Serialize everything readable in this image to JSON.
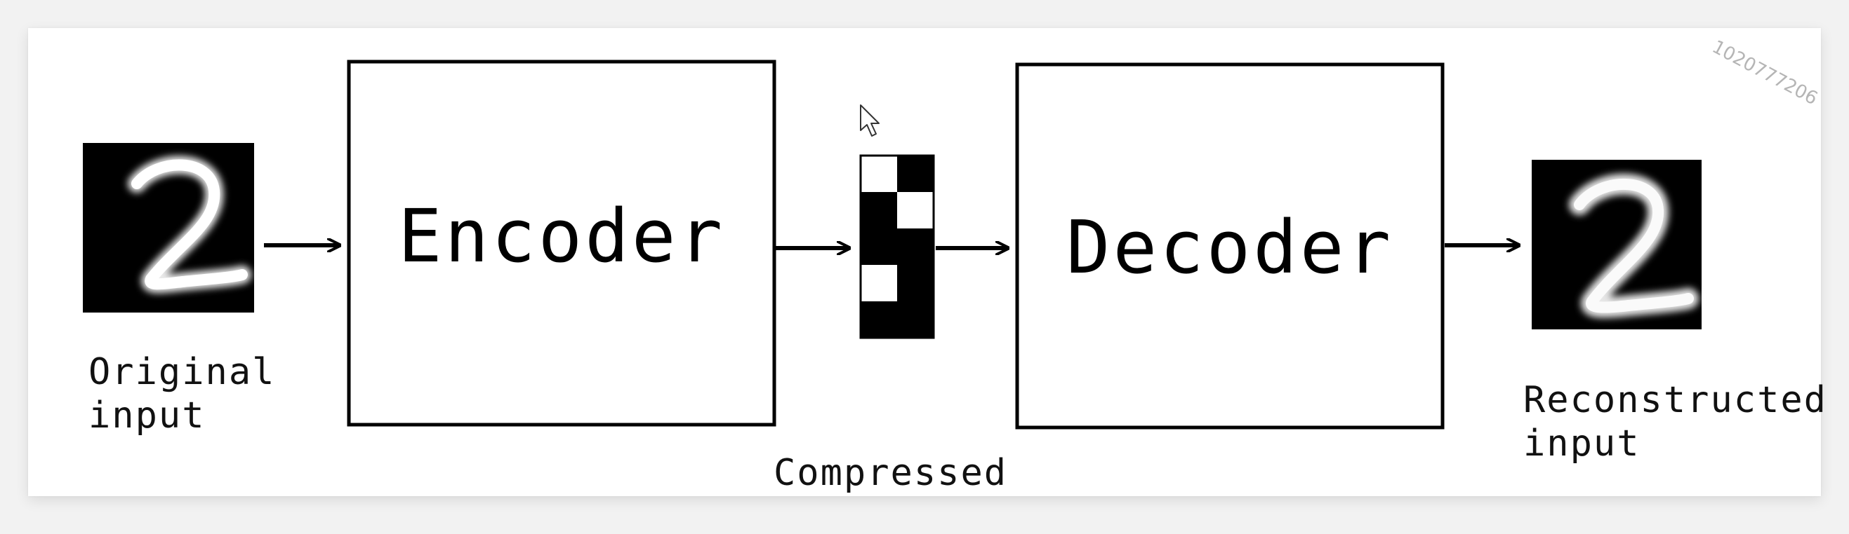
{
  "diagram": {
    "original_label": "Original\ninput",
    "encoder_label": "Encoder",
    "compressed_label": "Compressed",
    "decoder_label": "Decoder",
    "reconstructed_label": "Reconstructed\ninput",
    "watermark": "1020777206",
    "colors": {
      "background": "#ffffff",
      "stroke": "#000000",
      "digit_bg": "#000000",
      "digit_stroke": "#f0f0f0"
    },
    "code_grid": [
      [
        1,
        0
      ],
      [
        0,
        1
      ],
      [
        0,
        0
      ],
      [
        1,
        0
      ],
      [
        0,
        0
      ]
    ]
  }
}
